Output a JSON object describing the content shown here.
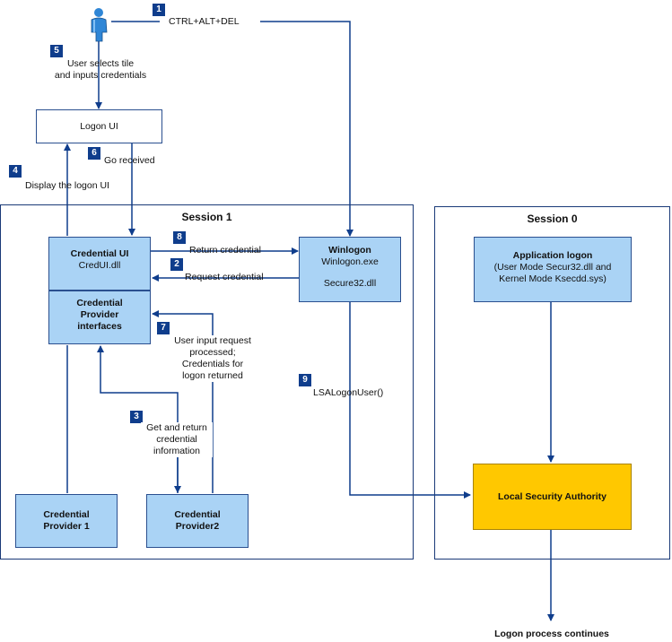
{
  "steps": {
    "s1": {
      "num": "1",
      "label": "CTRL+ALT+DEL"
    },
    "s2": {
      "num": "2",
      "label": "Request credential"
    },
    "s3": {
      "num": "3",
      "label": "Get and return\ncredential\ninformation"
    },
    "s4": {
      "num": "4",
      "label": "Display the logon UI"
    },
    "s5": {
      "num": "5",
      "label": "User selects tile\nand inputs credentials"
    },
    "s6": {
      "num": "6",
      "label": "Go received"
    },
    "s7": {
      "num": "7",
      "label": "User input request\nprocessed;\nCredentials for\nlogon returned"
    },
    "s8": {
      "num": "8",
      "label": "Return credential"
    },
    "s9": {
      "num": "9",
      "label": "LSALogonUser()"
    }
  },
  "sessions": {
    "session1": "Session 1",
    "session0": "Session 0"
  },
  "boxes": {
    "logon_ui": "Logon UI",
    "credential_ui": {
      "title": "Credential UI",
      "sub": "CredUI.dll"
    },
    "provider_interfaces": "Credential\nProvider\ninterfaces",
    "winlogon": {
      "title": "Winlogon",
      "sub": "Winlogon.exe",
      "sub2": "Secure32.dll"
    },
    "app_logon": {
      "title": "Application logon",
      "sub": "(User Mode Secur32.dll and\nKernel Mode Ksecdd.sys)"
    },
    "lsa": "Local Security Authority",
    "provider1": "Credential\nProvider 1",
    "provider2": "Credential\nProvider2"
  },
  "footer": "Logon process continues",
  "colors": {
    "arrow": "#0f3d8c",
    "box_fill": "#aad3f5",
    "lsa_fill": "#ffc800",
    "badge": "#0f3d8c"
  },
  "icons": {
    "user": "person-icon"
  }
}
